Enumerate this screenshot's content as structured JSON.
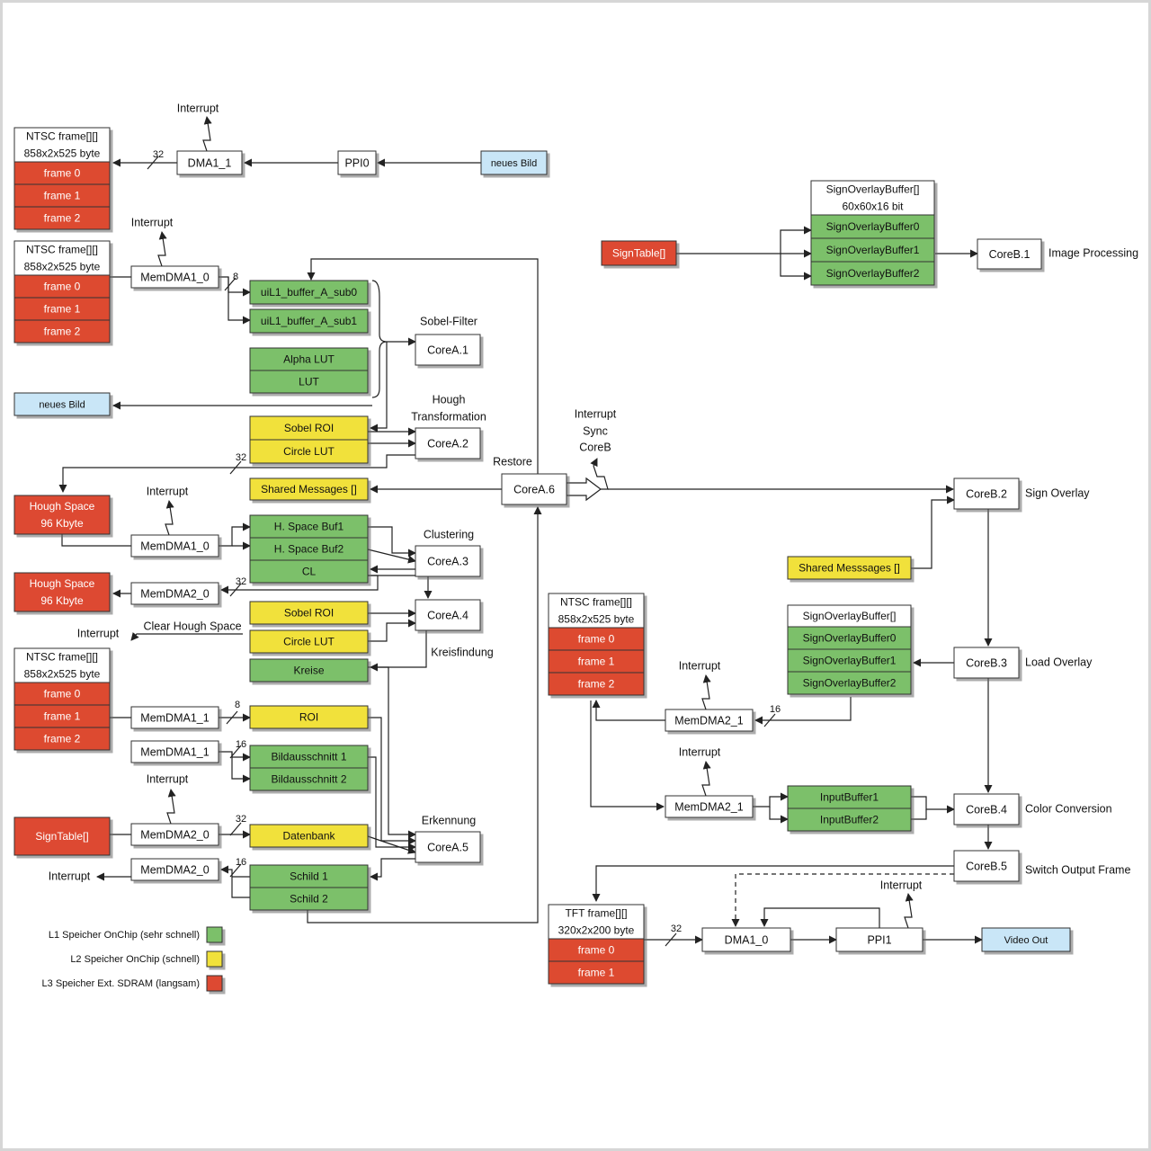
{
  "colors": {
    "l1": "#7cc06a",
    "l2": "#f1e13a",
    "l3": "#dd4a30",
    "io": "#c9e6f7",
    "line": "#222222"
  },
  "text": {
    "interrupt": "Interrupt",
    "neues_bild": "neues Bild",
    "sign_table": "SignTable[]",
    "video_out": "Video Out",
    "n32": "32",
    "n16": "16",
    "n8": "8",
    "ntsc_title": "NTSC frame[][]",
    "ntsc_size": "858x2x525 byte",
    "frame0": "frame 0",
    "frame1": "frame 1",
    "frame2": "frame 2",
    "tft_title": "TFT frame[][]",
    "tft_size": "320x2x200 byte",
    "dma1_1": "DMA1_1",
    "dma1_0": "DMA1_0",
    "ppi0": "PPI0",
    "ppi1": "PPI1",
    "memdma1_0": "MemDMA1_0",
    "memdma1_1": "MemDMA1_1",
    "memdma2_0": "MemDMA2_0",
    "memdma2_1": "MemDMA2_1",
    "buffer_a0": "uiL1_buffer_A_sub0",
    "buffer_a1": "uiL1_buffer_A_sub1",
    "alpha_lut": "Alpha LUT",
    "lut": "LUT",
    "sobel_roi": "Sobel ROI",
    "circle_lut": "Circle LUT",
    "shared_messages": "Shared Messages []",
    "shared_messsages": "Shared Messsages []",
    "hspace1": "H. Space Buf1",
    "hspace2": "H. Space Buf2",
    "cl": "CL",
    "kreise": "Kreise",
    "roi": "ROI",
    "bild1": "Bildausschnitt 1",
    "bild2": "Bildausschnitt 2",
    "datenbank": "Datenbank",
    "schild1": "Schild 1",
    "schild2": "Schild 2",
    "hough_space": "Hough Space",
    "hough_size": "96 Kbyte",
    "corea1": "CoreA.1",
    "corea2": "CoreA.2",
    "corea3": "CoreA.3",
    "corea4": "CoreA.4",
    "corea5": "CoreA.5",
    "corea6": "CoreA.6",
    "coreb1": "CoreB.1",
    "coreb2": "CoreB.2",
    "coreb3": "CoreB.3",
    "coreb4": "CoreB.4",
    "coreb5": "CoreB.5",
    "sobel_filter": "Sobel-Filter",
    "hough": "Hough",
    "transformation": "Transformation",
    "clustering": "Clustering",
    "kreisfindung": "Kreisfindung",
    "erkennung": "Erkennung",
    "restore": "Restore",
    "sync": "Sync",
    "coreb": "CoreB",
    "clear_hough": "Clear Hough Space",
    "sob_title": "SignOverlayBuffer[]",
    "sob_size": "60x60x16 bit",
    "sob0": "SignOverlayBuffer0",
    "sob1": "SignOverlayBuffer1",
    "sob2": "SignOverlayBuffer2",
    "image_processing": "Image Processing",
    "sign_overlay": "Sign Overlay",
    "load_overlay": "Load Overlay",
    "color_conversion": "Color Conversion",
    "switch_output": "Switch Output Frame",
    "input1": "InputBuffer1",
    "input2": "InputBuffer2"
  },
  "legend": {
    "l1": "L1 Speicher OnChip (sehr schnell)",
    "l2": "L2 Speicher OnChip (schnell)",
    "l3": "L3 Speicher Ext. SDRAM (langsam)"
  }
}
